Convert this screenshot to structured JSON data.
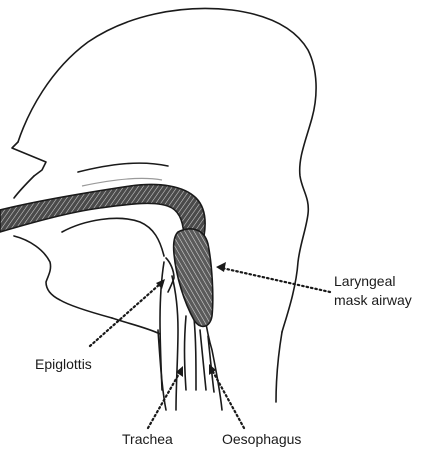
{
  "labels": {
    "laryngeal_line1": "Laryngeal",
    "laryngeal_line2": "mask airway",
    "epiglottis": "Epiglottis",
    "trachea": "Trachea",
    "oesophagus": "Oesophagus"
  },
  "colors": {
    "outline": "#1a1a1a",
    "tube_fill": "#555555",
    "hatch": "#cfcfcf"
  }
}
